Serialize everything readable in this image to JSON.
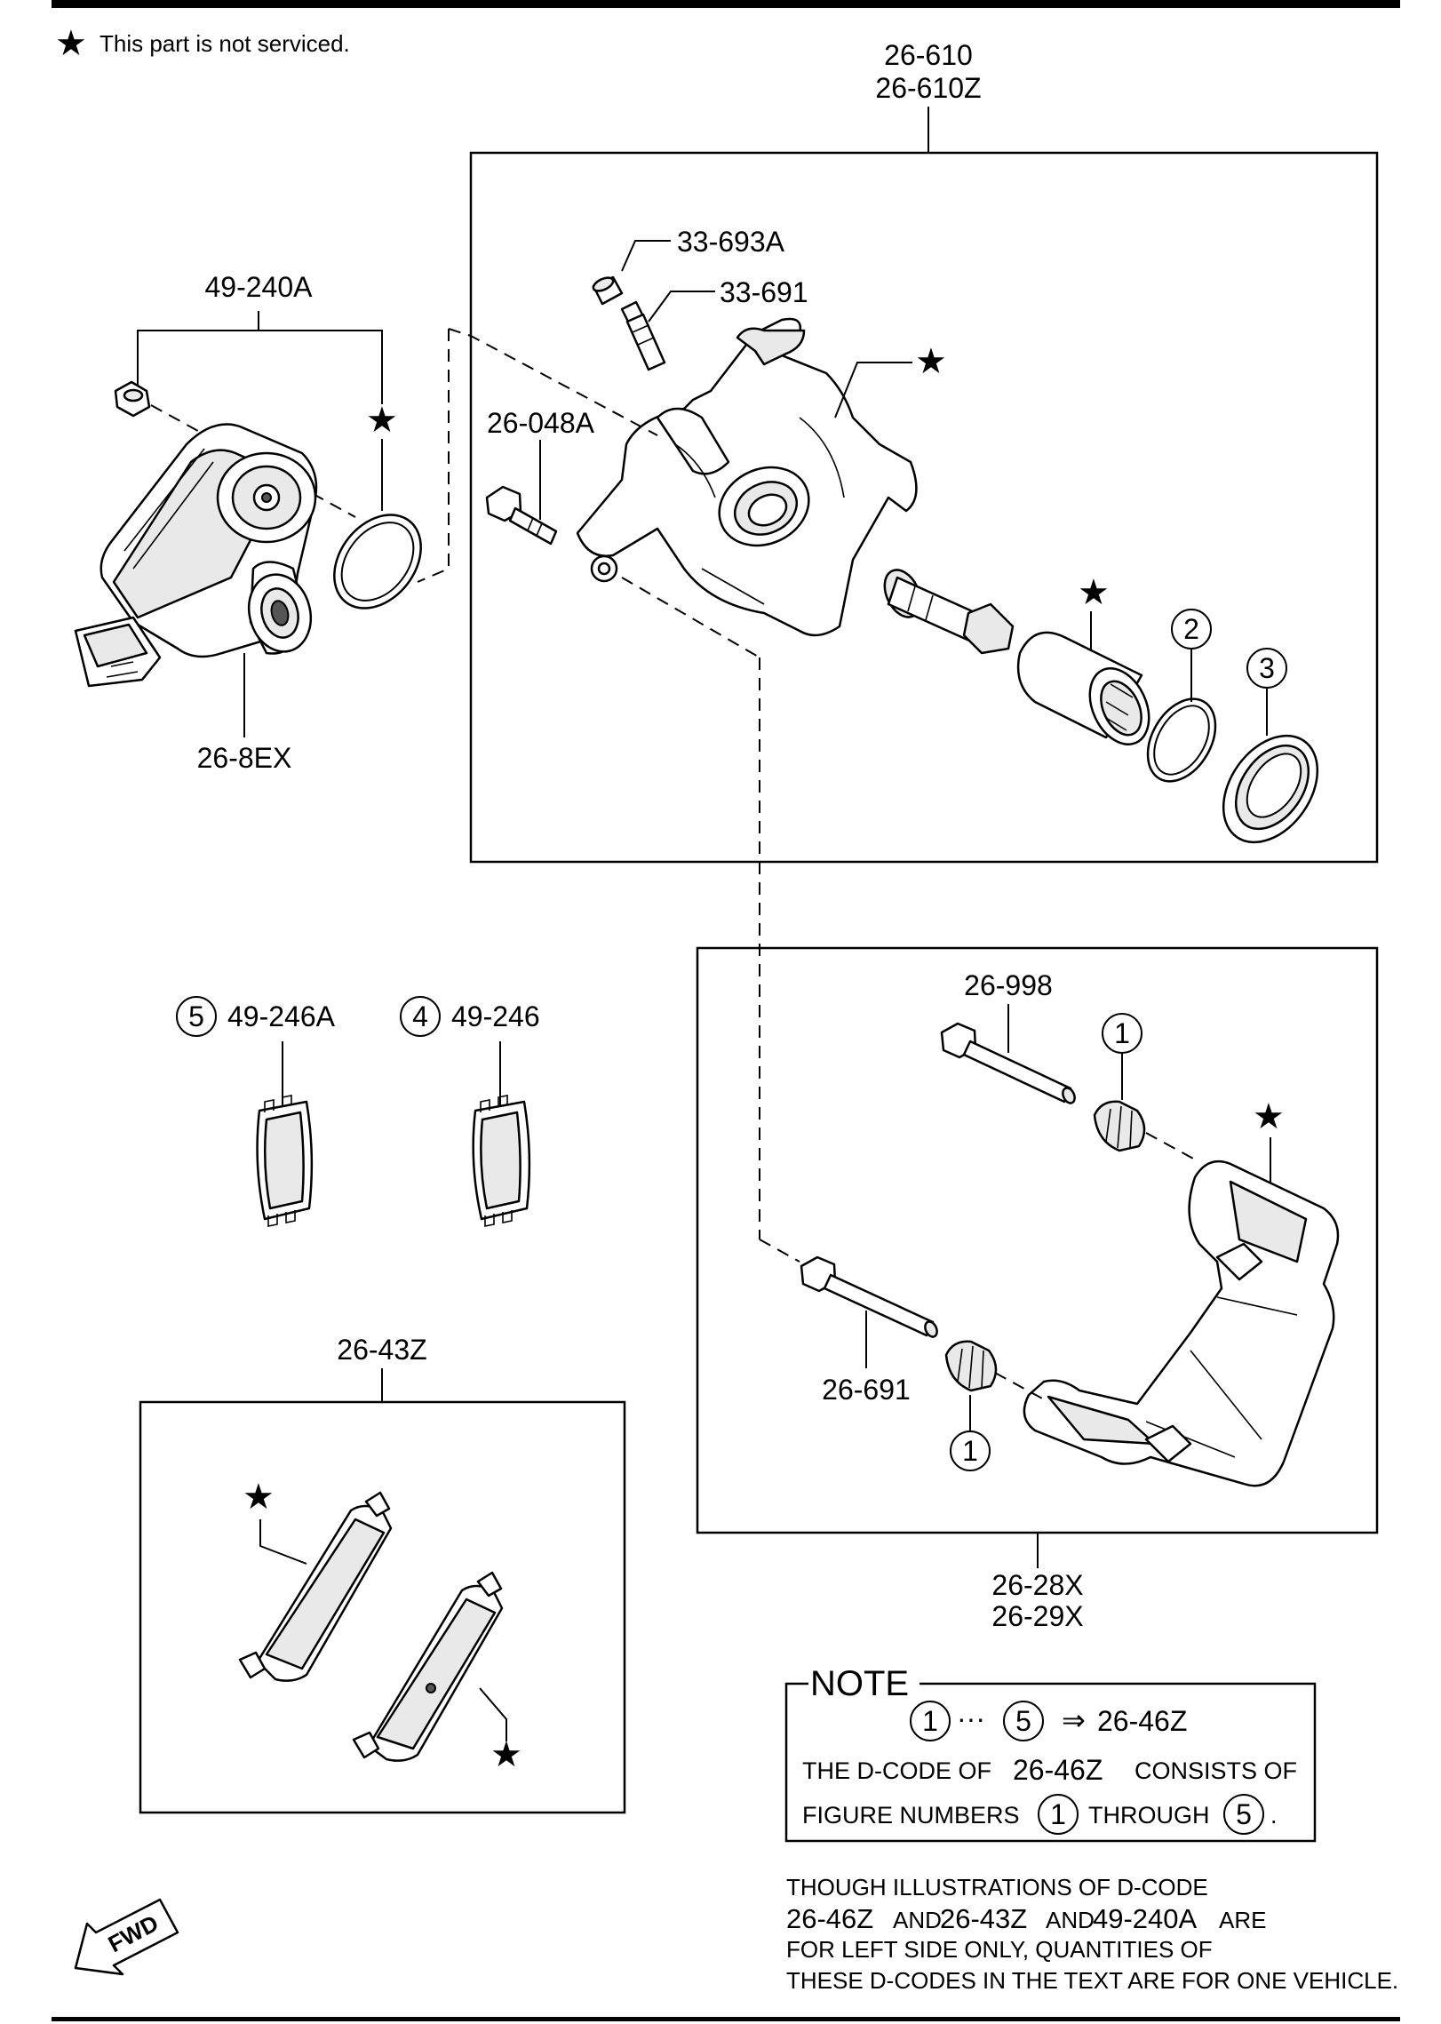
{
  "legend": {
    "symbol": "★",
    "text": "This part is not serviced."
  },
  "labels": {
    "caliper_asm_1": "26-610",
    "caliper_asm_2": "26-610Z",
    "cap": "33-693A",
    "bleeder": "33-691",
    "bolt_caliper": "26-048A",
    "motor_kit": "49-240A",
    "motor": "26-8EX",
    "shim_5_code": "49-246A",
    "shim_4_code": "49-246",
    "pad_kit": "26-43Z",
    "guide_pin_upper": "26-998",
    "guide_pin_lower": "26-691",
    "bracket_1": "26-28X",
    "bracket_2": "26-29X"
  },
  "callouts": {
    "n1": "1",
    "n2": "2",
    "n3": "3",
    "n4": "4",
    "n5": "5",
    "star": "★"
  },
  "note": {
    "title": "NOTE",
    "range_start": "1",
    "range_sep": "···",
    "range_end": "5",
    "arrow": "⇒",
    "range_code": "26-46Z",
    "line2_a": "THE D-CODE OF",
    "line2_code": "26-46Z",
    "line2_b": "CONSISTS OF",
    "line3_a": "FIGURE NUMBERS",
    "line3_n1": "1",
    "line3_b": "THROUGH",
    "line3_n5": "5",
    "line3_end": "."
  },
  "footer": {
    "line1": "THOUGH ILLUSTRATIONS OF D-CODE",
    "code1": "26-46Z",
    "and1": "AND",
    "code2": "26-43Z",
    "and2": "AND",
    "code3": "49-240A",
    "are": "ARE",
    "line3": "FOR LEFT SIDE ONLY, QUANTITIES OF",
    "line4": "THESE D-CODES IN THE TEXT ARE FOR ONE VEHICLE."
  },
  "fwd_label": "FWD"
}
